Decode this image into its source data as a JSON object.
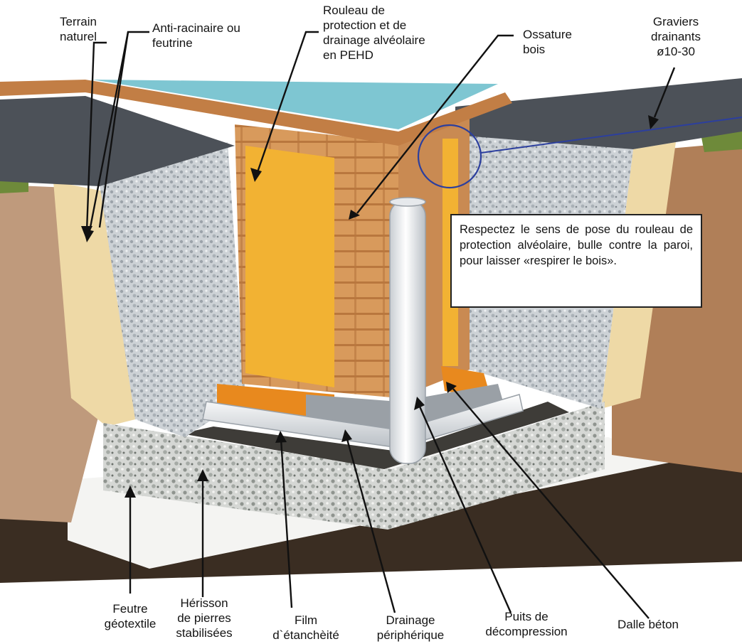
{
  "labels": {
    "terrain_naturel": "Terrain\nnaturel",
    "anti_racinaire": "Anti-racinaire ou\nfeutrine",
    "rouleau": "Rouleau de\nprotection et de\ndrainage alvéolaire\nen PEHD",
    "ossature": "Ossature\nbois",
    "graviers": "Graviers\ndrainants\nø10-30",
    "feutre": "Feutre\ngéotextile",
    "herisson": "Hérisson\nde pierres\nstabilisées",
    "film": "Film\nd`étanchèité",
    "drainage": "Drainage\npériphérique",
    "puits": "Puits de\ndécompression",
    "dalle": "Dalle béton"
  },
  "note": "Respectez le sens de pose du rouleau de protection alvéolaire, bulle contre la paroi, pour laisser «respirer le bois».",
  "colors": {
    "water": "#7ec6d2",
    "wood": "#d99a5b",
    "insulation_yellow": "#f2b233",
    "insulation_orange": "#e8891e",
    "gravel": "#c9ced3",
    "soil": "#b88b6a",
    "ground_dark": "#3a2d22",
    "backfill": "#eed9a6",
    "callout_blue": "#2c3f9e"
  }
}
